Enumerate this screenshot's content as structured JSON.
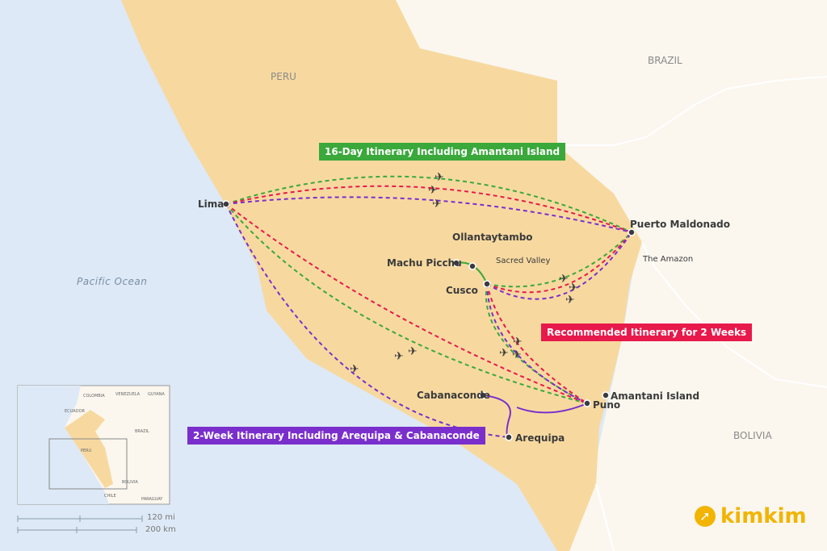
{
  "countries": {
    "peru": "PERU",
    "brazil": "BRAZIL",
    "bolivia": "BOLIVIA"
  },
  "ocean": "Pacific Ocean",
  "places": {
    "lima": "Lima",
    "puerto_maldonado": "Puerto Maldonado",
    "amazon": "The Amazon",
    "ollantaytambo": "Ollantaytambo",
    "machu_picchu": "Machu Picchu",
    "sacred_valley": "Sacred Valley",
    "cusco": "Cusco",
    "cabanaconde": "Cabanaconde",
    "amantani": "Amantani Island",
    "puno": "Puno",
    "arequipa": "Arequipa"
  },
  "itineraries": [
    {
      "label": "16-Day Itinerary Including Amantani Island",
      "color": "#3aa83a"
    },
    {
      "label": "Recommended Itinerary for 2 Weeks",
      "color": "#e8194b"
    },
    {
      "label": "2-Week Itinerary Including Arequipa & Cabanaconde",
      "color": "#7a2fcc"
    }
  ],
  "inset": {
    "labels": [
      "COLOMBIA",
      "VENEZUELA",
      "GUYANA",
      "ECUADOR",
      "BRAZIL",
      "PERU",
      "BOLIVIA",
      "CHILE",
      "PARAGUAY"
    ]
  },
  "scale": {
    "miles": "120 mi",
    "km": "200 km"
  },
  "brand": "kimkim"
}
